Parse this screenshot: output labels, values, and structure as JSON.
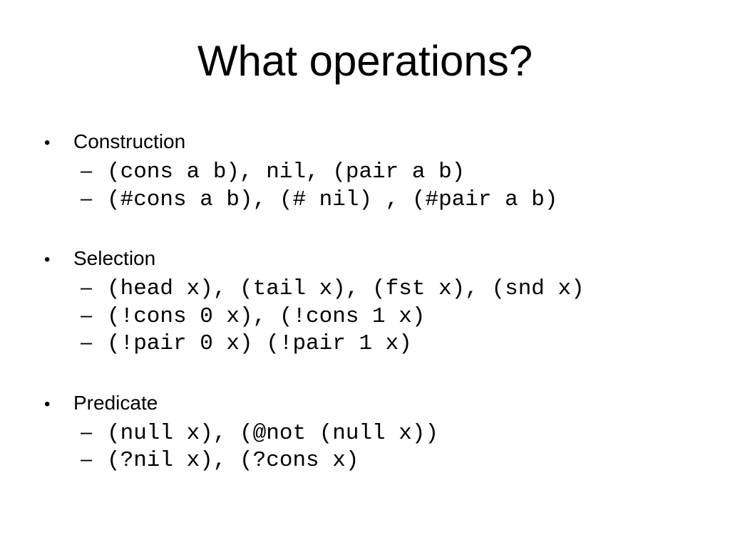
{
  "slide": {
    "title": "What operations?",
    "bullet_char": "•",
    "dash_char": "–",
    "colors": {
      "background": "#ffffff",
      "text": "#000000"
    },
    "sections": [
      {
        "label": "Construction",
        "items": [
          "(cons a b), nil, (pair a b)",
          "(#cons a b), (# nil) , (#pair a b)"
        ]
      },
      {
        "label": "Selection",
        "items": [
          "(head x), (tail x), (fst x), (snd x)",
          "(!cons 0 x), (!cons 1 x)",
          "(!pair 0 x) (!pair 1 x)"
        ]
      },
      {
        "label": "Predicate",
        "items": [
          "(null x), (@not (null x))",
          "(?nil x), (?cons x)"
        ]
      }
    ]
  }
}
